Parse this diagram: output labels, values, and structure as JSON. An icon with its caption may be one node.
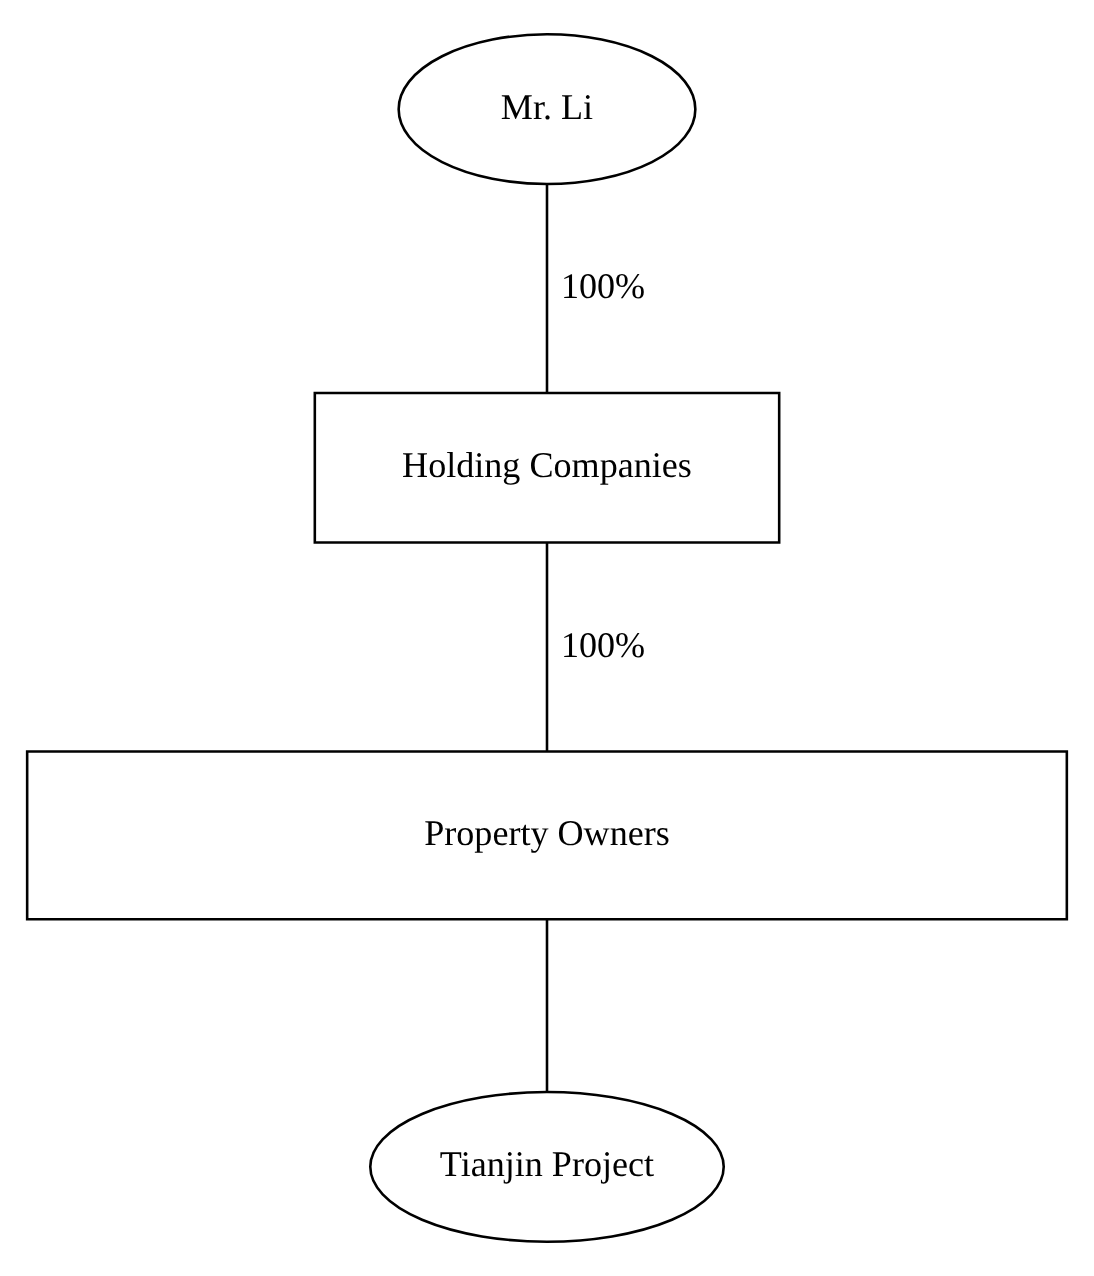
{
  "diagram": {
    "nodes": [
      {
        "text": [
          "Mr. Li"
        ]
      },
      {
        "text": [
          "Holding Companies"
        ]
      },
      {
        "text": [
          "Property Owners"
        ]
      },
      {
        "text": [
          "Tianjin Project"
        ]
      }
    ],
    "edges": [
      {
        "from": 0,
        "to": 1,
        "arrow": "none",
        "label": "100%"
      },
      {
        "from": 1,
        "to": 2,
        "arrow": "none",
        "label": "100%"
      },
      {
        "from": 2,
        "to": 3,
        "arrow": "none"
      }
    ]
  }
}
